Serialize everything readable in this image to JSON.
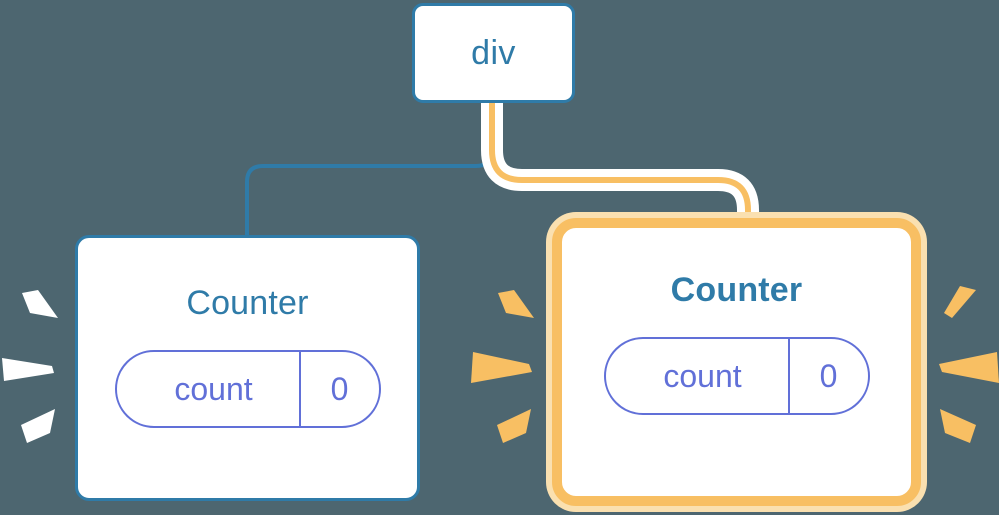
{
  "diagram": {
    "title": "component-rerender-tree",
    "background_color": "#4d6670",
    "accent_blue": "#2f7ba8",
    "accent_orange": "#f8bf63",
    "accent_orange_glow": "#fae0b0",
    "accent_purple": "#6170d8",
    "white": "#ffffff"
  },
  "nodes": {
    "root": {
      "label": "div",
      "border_color": "#2f7ba8",
      "highlighted": false
    },
    "counter_left": {
      "label": "Counter",
      "border_color": "#2f7ba8",
      "highlighted": false,
      "state": {
        "key": "count",
        "value": "0"
      }
    },
    "counter_right": {
      "label": "Counter",
      "border_color": "#f8bf63",
      "highlighted": true,
      "state": {
        "key": "count",
        "value": "0"
      }
    }
  },
  "connectors": [
    {
      "name": "div-to-counter-left",
      "color": "#2f7ba8",
      "highlighted": false
    },
    {
      "name": "div-to-counter-right",
      "color": "#f8bf63",
      "highlighted": true,
      "casing_color": "#ffffff"
    }
  ],
  "sparks": [
    {
      "name": "sparks-left-of-counter-left",
      "color": "#ffffff",
      "count": 3
    },
    {
      "name": "sparks-right-of-counter-left",
      "color": "#f8bf63",
      "count": 3
    },
    {
      "name": "sparks-right-of-counter-right",
      "color": "#f8bf63",
      "count": 3
    }
  ]
}
